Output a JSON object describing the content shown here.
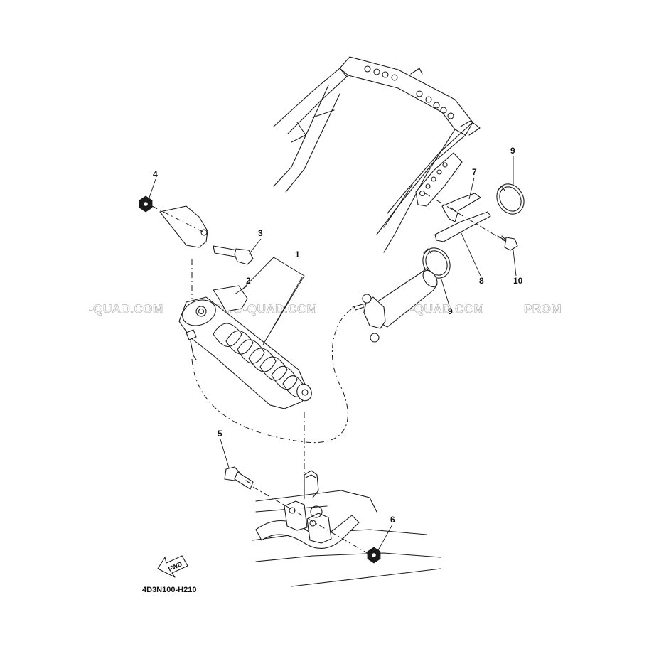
{
  "diagram": {
    "drawing_code": "4D3N100-H210",
    "fwd_label": "FWD",
    "watermark_texts": [
      "-QUAD.COM",
      "PROMO-QUAD.COM",
      "PROMO-QUAD.COM",
      "PROM"
    ],
    "callouts": [
      {
        "id": "1",
        "part": "shock-absorber"
      },
      {
        "id": "2",
        "part": "label-sticker"
      },
      {
        "id": "3",
        "part": "upper-bolt"
      },
      {
        "id": "4",
        "part": "upper-nut"
      },
      {
        "id": "5",
        "part": "lower-bolt"
      },
      {
        "id": "6",
        "part": "lower-nut"
      },
      {
        "id": "7",
        "part": "bracket-upper"
      },
      {
        "id": "8",
        "part": "bracket-lower"
      },
      {
        "id": "9",
        "part": "band-clamp-upper"
      },
      {
        "id": "9",
        "part": "band-clamp-lower"
      },
      {
        "id": "10",
        "part": "bracket-bolt"
      }
    ]
  }
}
